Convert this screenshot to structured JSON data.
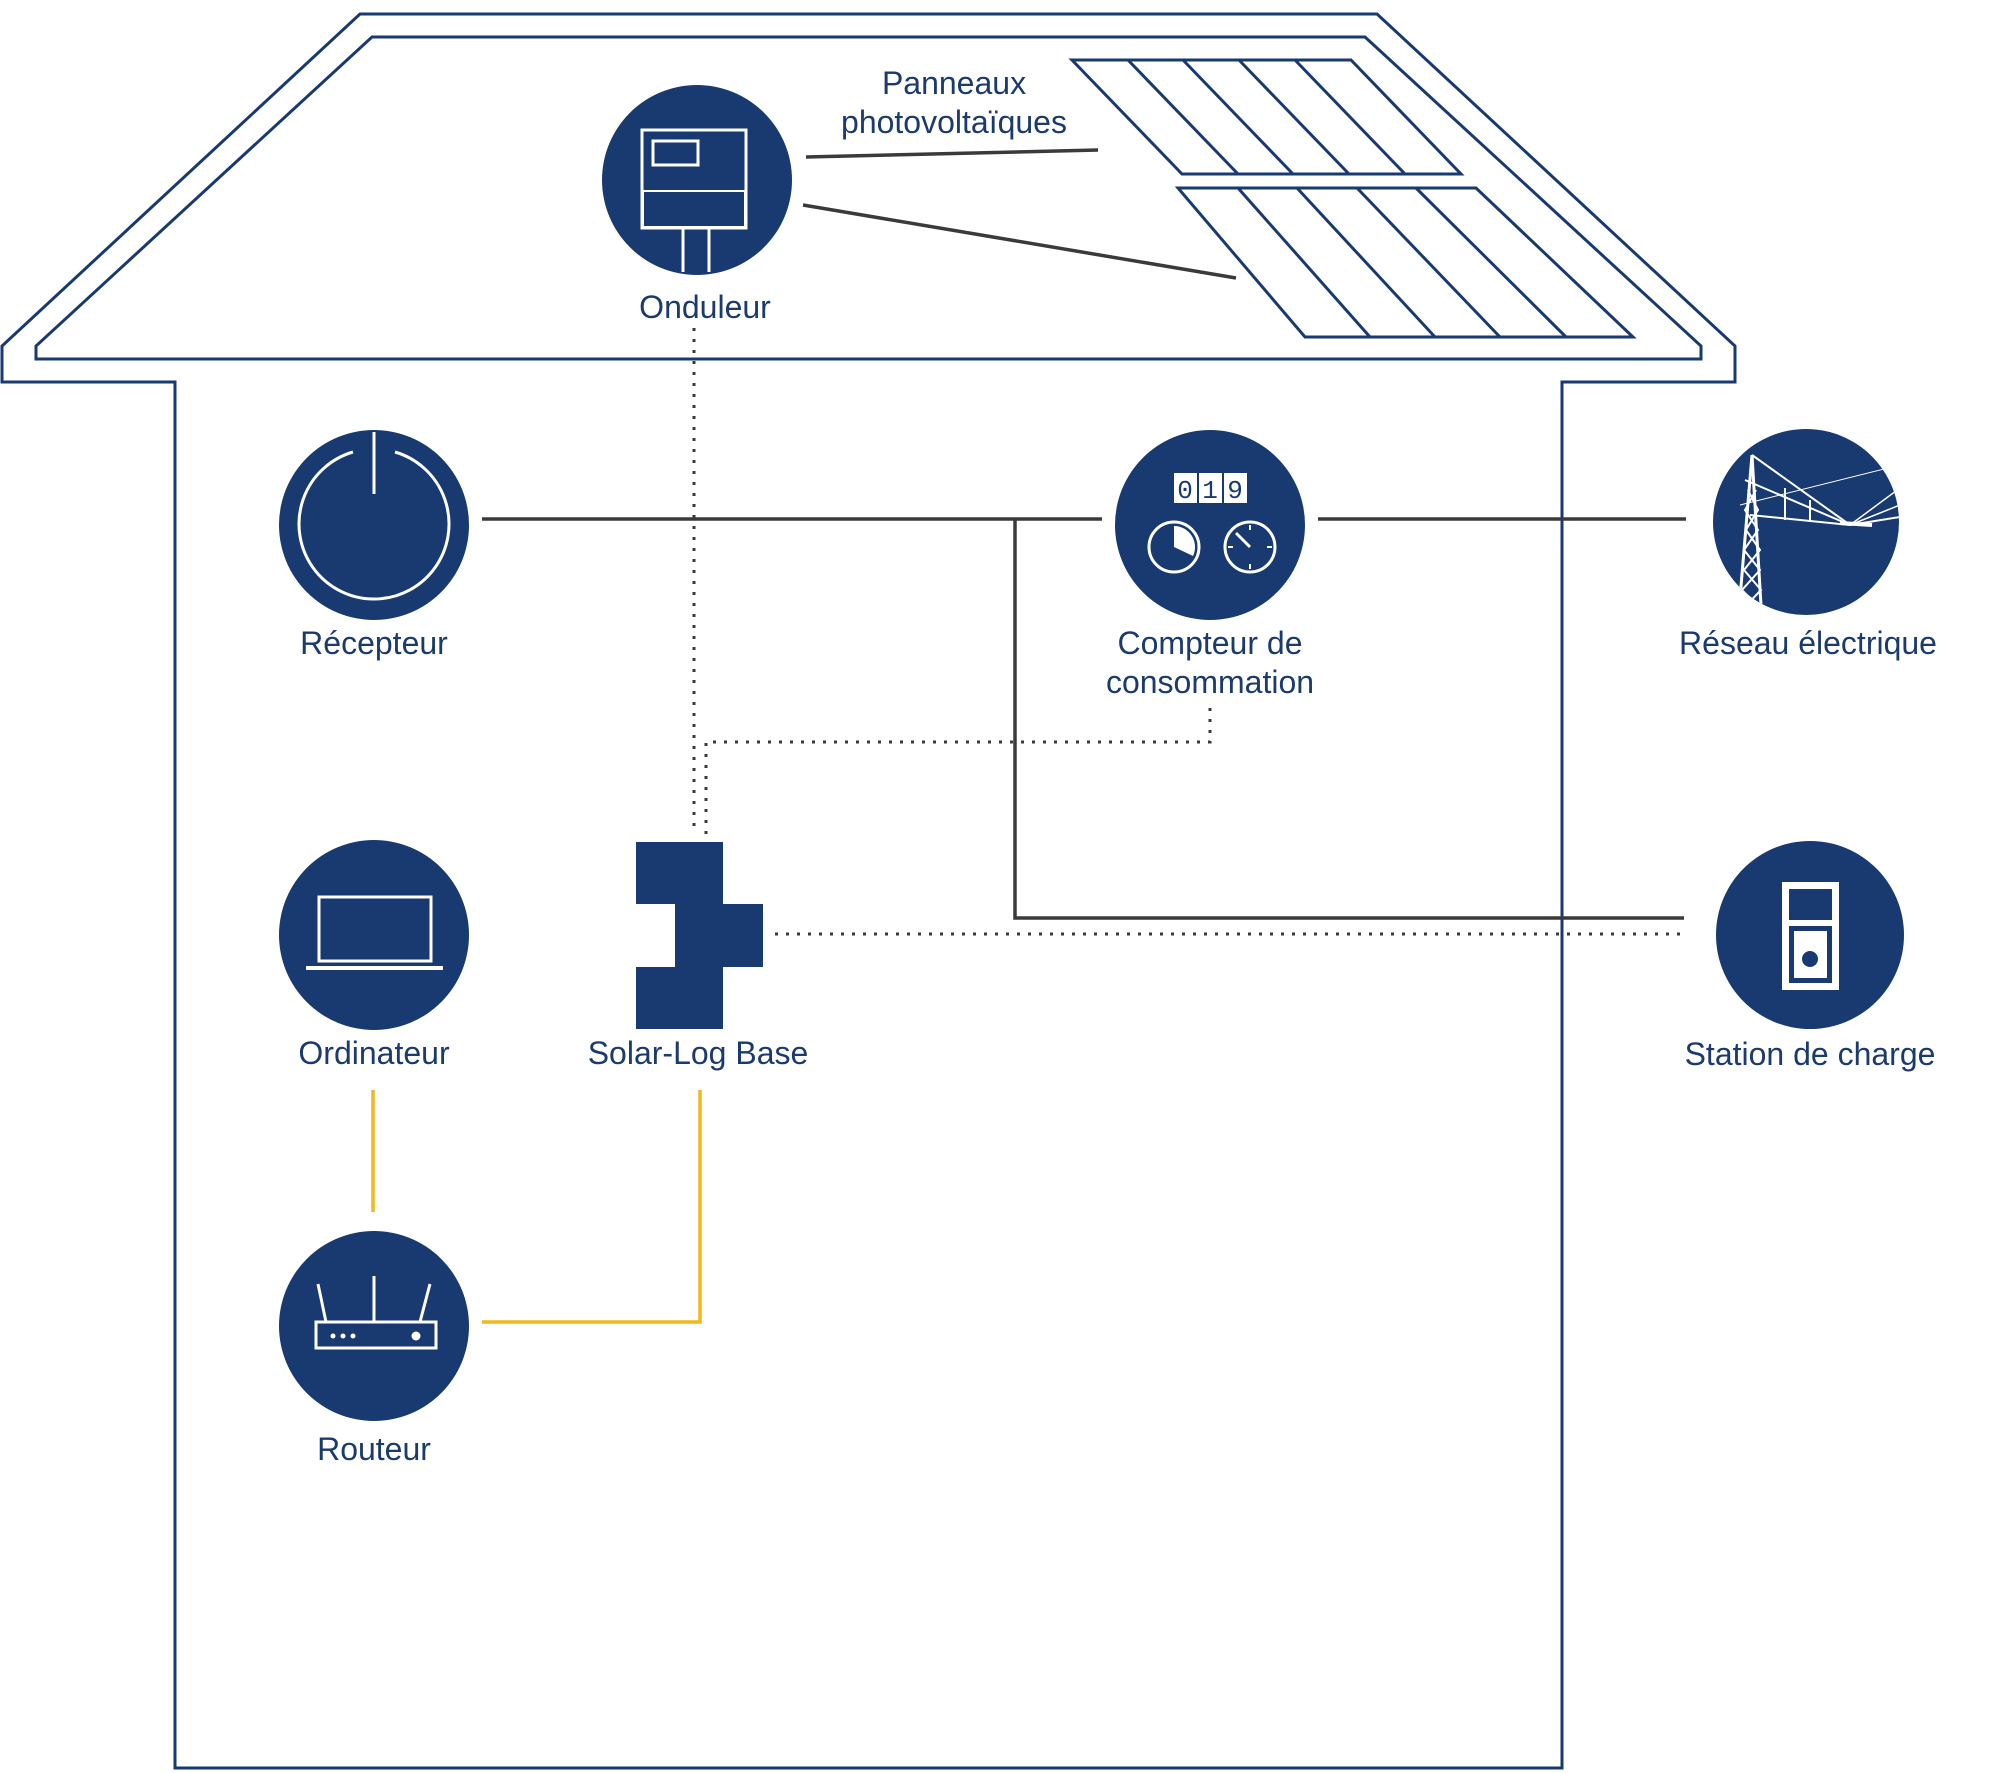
{
  "colors": {
    "navy": "#183a70",
    "line": "#3a3a3a",
    "yellow": "#f2b81c",
    "white": "#ffffff"
  },
  "labels": {
    "panels_line1": "Panneaux",
    "panels_line2": "photovoltaïques",
    "inverter": "Onduleur",
    "receiver": "Récepteur",
    "meter_line1": "Compteur de",
    "meter_line2": "consommation",
    "grid": "Réseau électrique",
    "computer": "Ordinateur",
    "solarlog": "Solar-Log Base",
    "charging": "Station de charge",
    "router": "Routeur",
    "meter_digits": [
      "0",
      "1",
      "9"
    ]
  },
  "icons": {
    "inverter": "inverter-icon",
    "receiver": "power-button-icon",
    "meter": "electricity-meter-icon",
    "grid": "power-pylon-icon",
    "computer": "laptop-icon",
    "solarlog": "solar-log-device-icon",
    "charging": "ev-charging-station-icon",
    "router": "router-icon",
    "panels": "solar-panel-icon"
  }
}
